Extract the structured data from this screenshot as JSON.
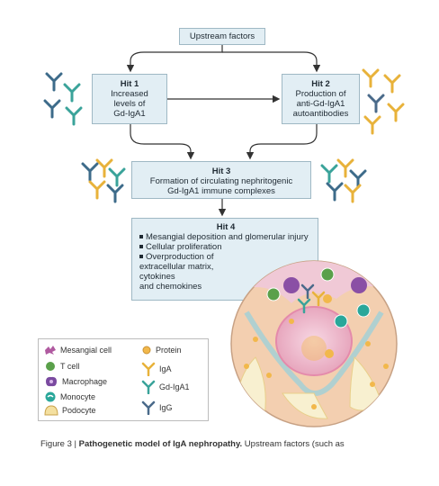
{
  "diagram": {
    "upstream_label": "Upstream factors",
    "hit1": {
      "title": "Hit 1",
      "lines": [
        "Increased",
        "levels of",
        "Gd-IgA1"
      ]
    },
    "hit2": {
      "title": "Hit 2",
      "lines": [
        "Production of",
        "anti-Gd-IgA1",
        "autoantibodies"
      ]
    },
    "hit3": {
      "title": "Hit 3",
      "lines": [
        "Formation of circulating nephritogenic",
        "Gd-IgA1 immune complexes"
      ]
    },
    "hit4": {
      "title": "Hit 4",
      "bullets": [
        [
          "Mesangial deposition and glomerular injury"
        ],
        [
          "Cellular proliferation"
        ],
        [
          "Overproduction of",
          "extracellular matrix,",
          "cytokines",
          "and chemokines"
        ]
      ]
    }
  },
  "legend": {
    "items": [
      {
        "label": "Mesangial cell",
        "icon": "mesangial-cell-icon",
        "color": "#b05aa0"
      },
      {
        "label": "Protein",
        "icon": "protein-icon",
        "color": "#f2b84b"
      },
      {
        "label": "T cell",
        "icon": "t-cell-icon",
        "color": "#5aa04a"
      },
      {
        "label": "IgA",
        "icon": "iga-icon",
        "color": "#e8b23a"
      },
      {
        "label": "Macrophage",
        "icon": "macrophage-icon",
        "color": "#7a4aa0"
      },
      {
        "label": "Gd-IgA1",
        "icon": "gd-iga1-icon",
        "color": "#3aa39a"
      },
      {
        "label": "Monocyte",
        "icon": "monocyte-icon",
        "color": "#2aa79a"
      },
      {
        "label": "Podocyte",
        "icon": "podocyte-icon",
        "color": "#f4e0a0"
      },
      {
        "label": "IgG",
        "icon": "igg-icon",
        "color": "#4a6a8a"
      }
    ]
  },
  "caption": {
    "figure": "Figure 3 | ",
    "title": "Pathogenetic model of IgA nephropathy.",
    "text": " Upstream factors (such as"
  },
  "colors": {
    "box_fill": "#e2eef4",
    "box_border": "#9fb8c4",
    "arrow": "#333333"
  }
}
